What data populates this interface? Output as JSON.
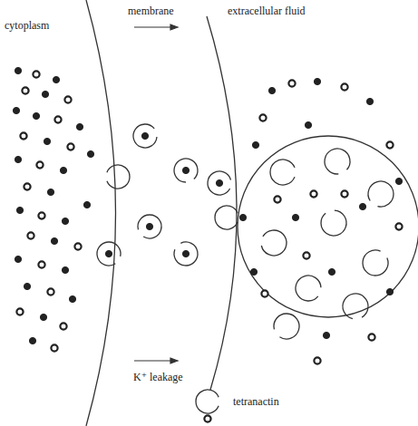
{
  "diagram": {
    "labels": [
      "cytoplasm",
      "membrane",
      "extracellular fluid",
      "K⁺ leakage"
    ],
    "legend": [
      {
        "text": "tetranactin"
      }
    ]
  }
}
